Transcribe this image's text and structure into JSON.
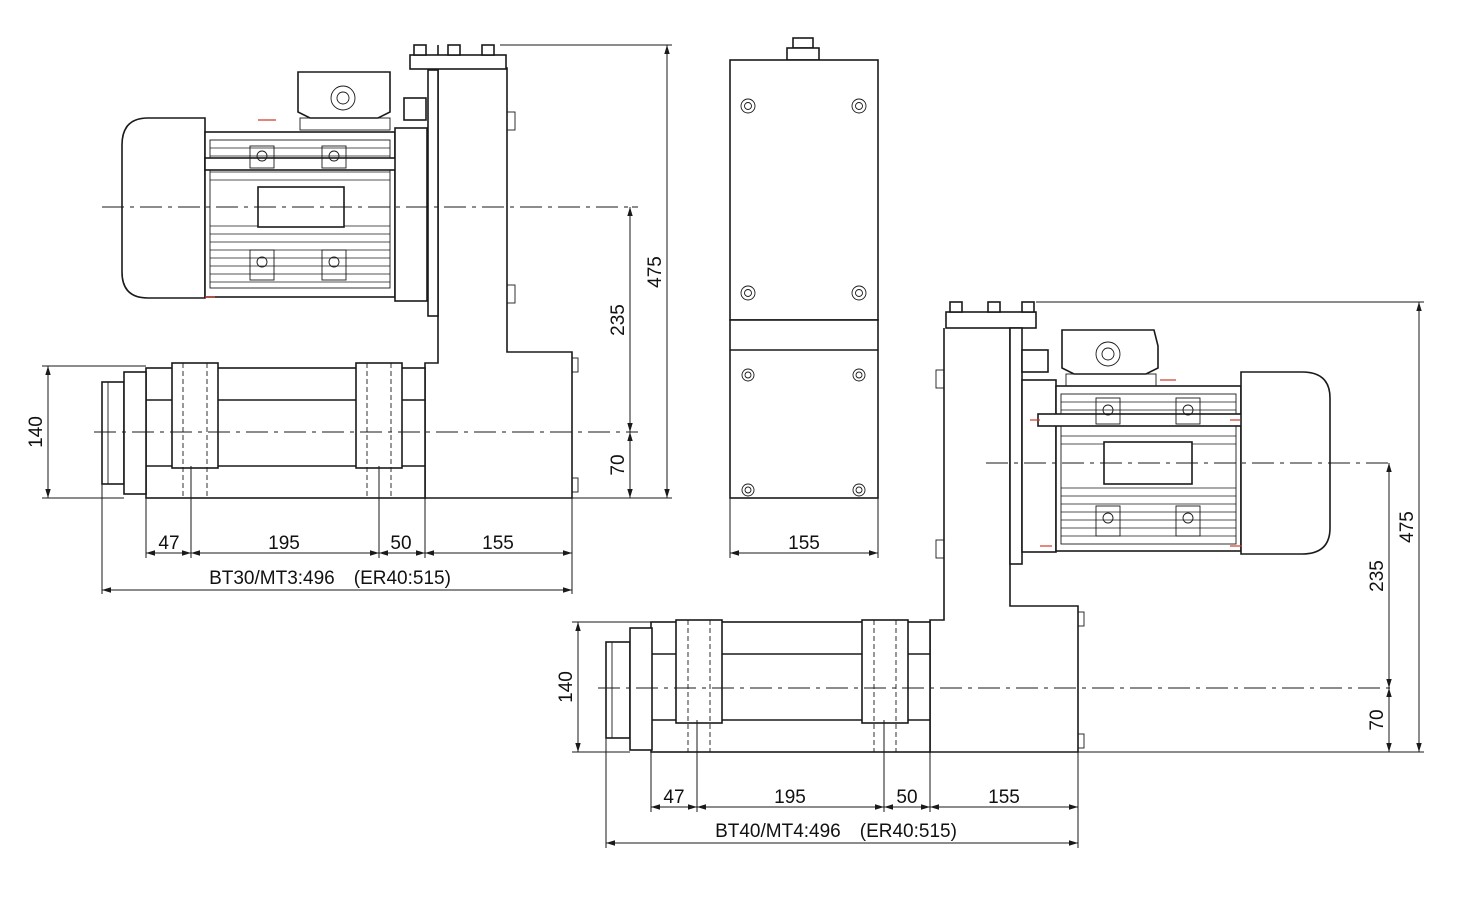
{
  "views": {
    "top_left": {
      "dim_475": "475",
      "dim_235": "235",
      "dim_140": "140",
      "dim_70": "70",
      "dim_47": "47",
      "dim_195": "195",
      "dim_50": "50",
      "dim_155": "155",
      "total_label": "BT30/MT3:496　(ER40:515)"
    },
    "end_view": {
      "dim_155": "155"
    },
    "bottom_right": {
      "dim_475": "475",
      "dim_235": "235",
      "dim_140": "140",
      "dim_70": "70",
      "dim_47": "47",
      "dim_195": "195",
      "dim_50": "50",
      "dim_155": "155",
      "total_label": "BT40/MT4:496　(ER40:515)"
    }
  }
}
